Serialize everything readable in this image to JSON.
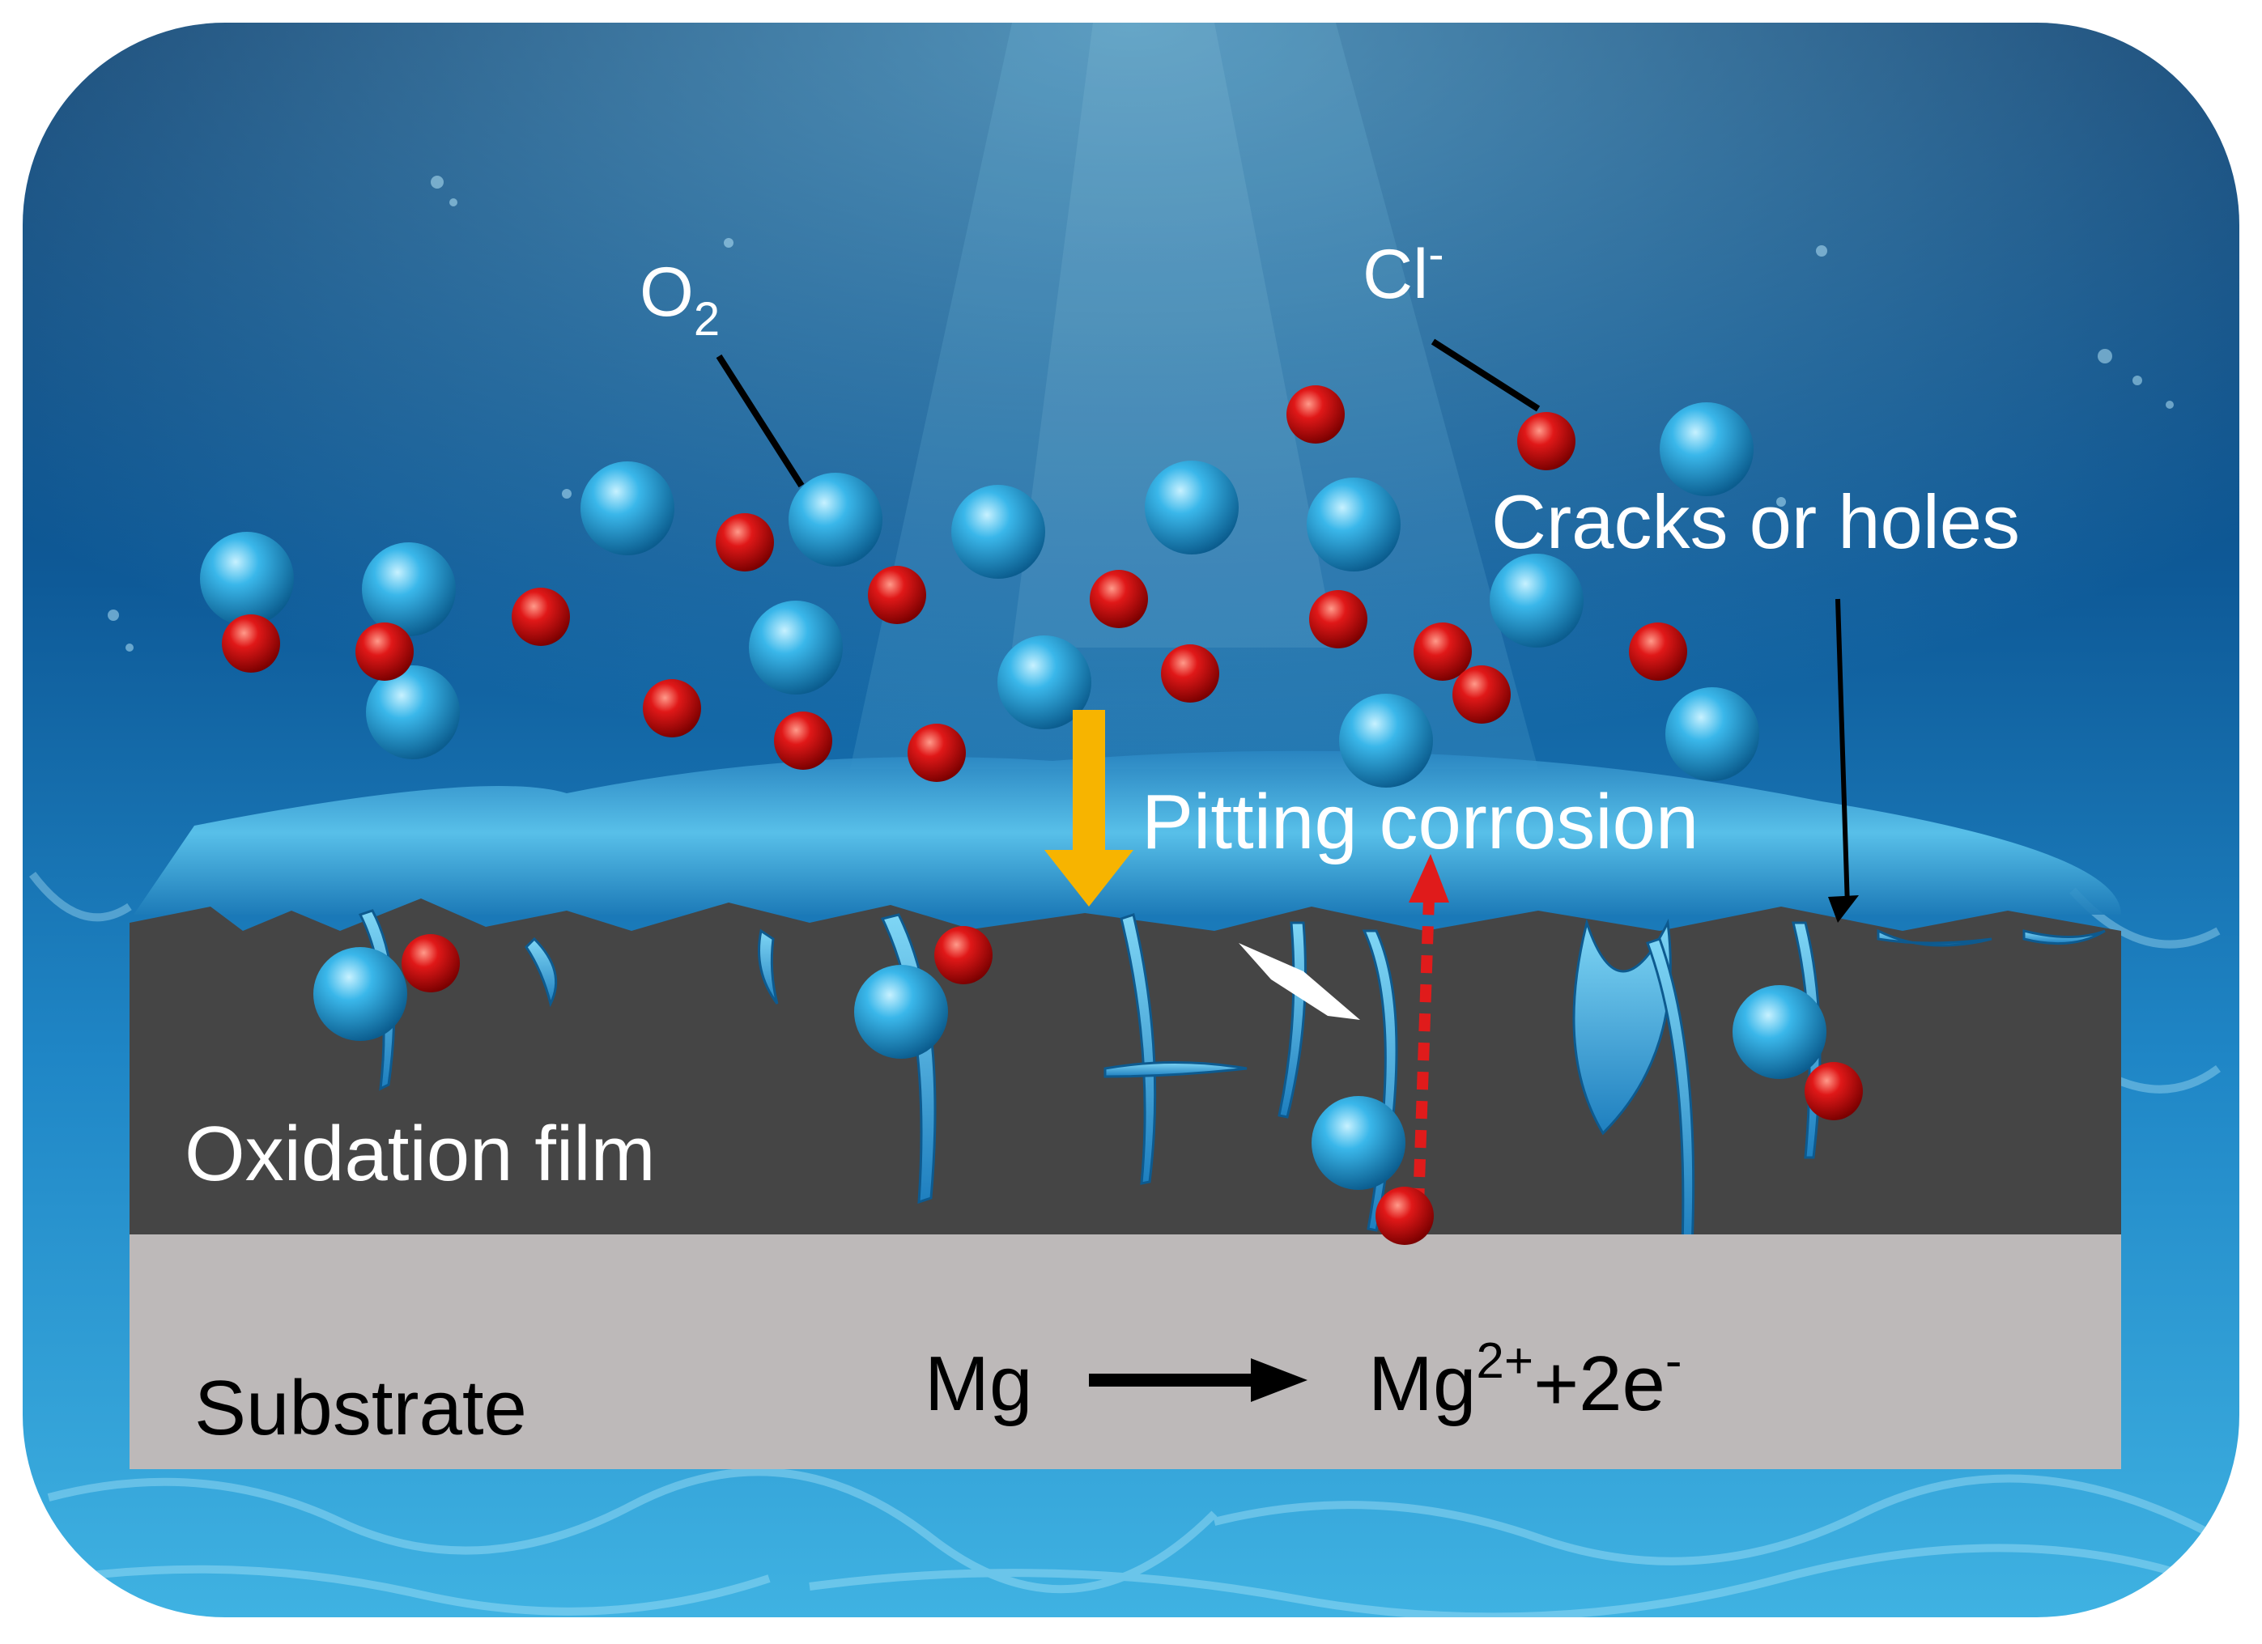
{
  "labels": {
    "o2_main": "O",
    "o2_sub": "2",
    "cl_main": "Cl",
    "cl_sup": "-",
    "cracks": "Cracks or holes",
    "pitting": "Pitting corrosion",
    "oxidation": "Oxidation film",
    "substrate": "Substrate",
    "reaction_left": "Mg",
    "reaction_right_main": "Mg",
    "reaction_right_sup": "2+",
    "reaction_right_mid": "+2e",
    "reaction_right_sup2": "-"
  },
  "colors": {
    "water_deep": "#0a3d73",
    "water_light": "#3fb6e8",
    "oxide_film": "#454545",
    "substrate": "#bdb9b9",
    "o2_ion": "#2aaee6",
    "cl_ion": "#d21010",
    "arrow_in": "#f7b400",
    "arrow_out": "#e01b1b"
  }
}
